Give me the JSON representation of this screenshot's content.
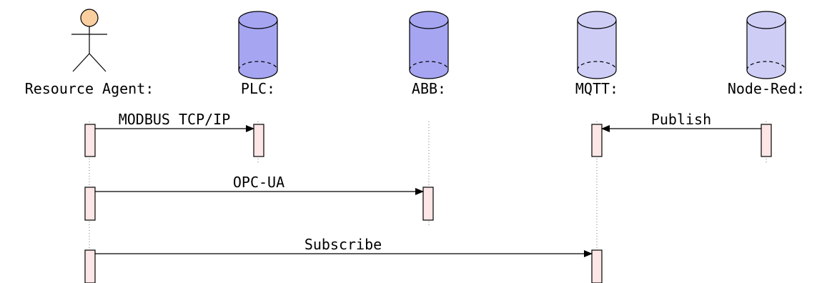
{
  "participants": [
    {
      "id": "agent",
      "label": "Resource Agent:",
      "kind": "actor"
    },
    {
      "id": "plc",
      "label": "PLC:",
      "kind": "database"
    },
    {
      "id": "abb",
      "label": "ABB:",
      "kind": "database"
    },
    {
      "id": "mqtt",
      "label": "MQTT:",
      "kind": "database"
    },
    {
      "id": "nodered",
      "label": "Node-Red:",
      "kind": "database"
    }
  ],
  "messages": [
    {
      "from": "Resource Agent:",
      "to": "PLC:",
      "label": "MODBUS TCP/IP"
    },
    {
      "from": "Node-Red:",
      "to": "MQTT:",
      "label": "Publish"
    },
    {
      "from": "Resource Agent:",
      "to": "ABB:",
      "label": "OPC-UA"
    },
    {
      "from": "Resource Agent:",
      "to": "MQTT:",
      "label": "Subscribe"
    }
  ],
  "colors": {
    "actor_head": "#f9cf9f",
    "db_dark": "#a5a5f2",
    "db_light": "#cdcdf6",
    "activation": "#fde6e6"
  }
}
